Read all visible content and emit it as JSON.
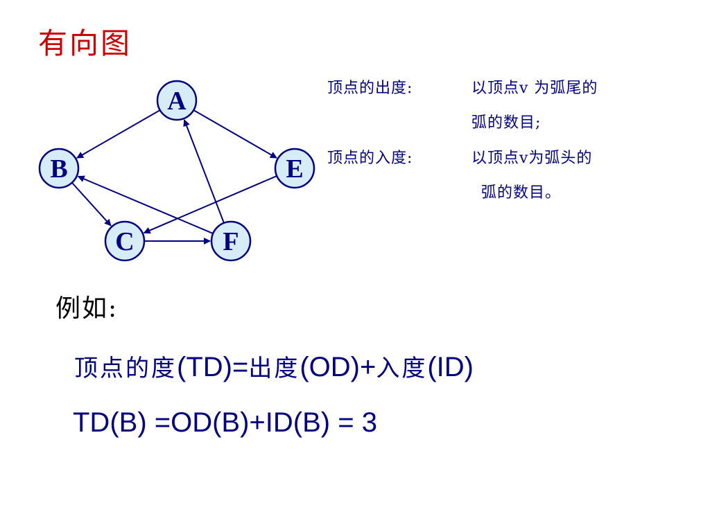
{
  "slide": {
    "title": "有向图"
  },
  "graph": {
    "nodes": [
      {
        "id": "A",
        "label": "A"
      },
      {
        "id": "B",
        "label": "B"
      },
      {
        "id": "E",
        "label": "E"
      },
      {
        "id": "C",
        "label": "C"
      },
      {
        "id": "F",
        "label": "F"
      }
    ],
    "edges": [
      {
        "from": "A",
        "to": "B"
      },
      {
        "from": "A",
        "to": "E"
      },
      {
        "from": "B",
        "to": "C"
      },
      {
        "from": "C",
        "to": "F"
      },
      {
        "from": "F",
        "to": "A"
      },
      {
        "from": "F",
        "to": "B"
      },
      {
        "from": "E",
        "to": "C"
      }
    ],
    "colors": {
      "node_fill": "#d6ecf7",
      "node_stroke": "#000080",
      "node_text": "#000080",
      "edge": "#000080"
    }
  },
  "definitions": {
    "out_degree_term": "顶点的出度:",
    "out_degree_line1": "以顶点v 为弧尾的",
    "out_degree_line2": "弧的数目;",
    "in_degree_term": "顶点的入度:",
    "in_degree_line1": "以顶点v为弧头的",
    "in_degree_line2": "弧的数目。"
  },
  "example": {
    "label": "例如:",
    "formula1_cjk_a": "顶点的度",
    "formula1_a": "(TD)=",
    "formula1_cjk_b": "出度",
    "formula1_b": "(OD)+",
    "formula1_cjk_c": "入度",
    "formula1_c": "(ID)",
    "formula2": "TD(B) =OD(B)+ID(B) = 3"
  },
  "colors": {
    "title": "#cc0000",
    "text": "#000080"
  }
}
